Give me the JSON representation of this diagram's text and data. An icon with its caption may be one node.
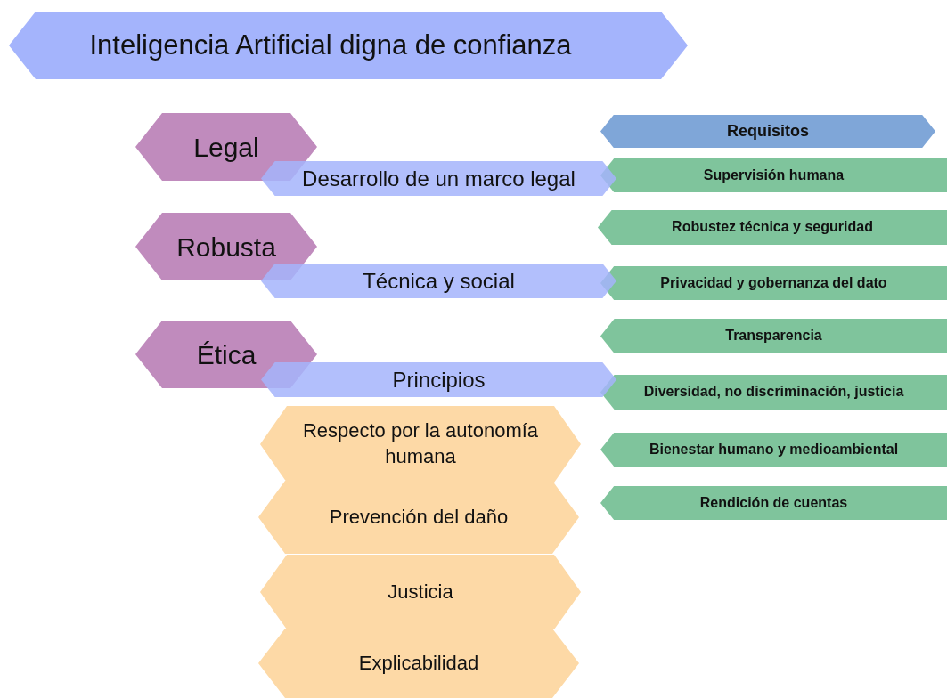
{
  "diagram": {
    "nodes": [
      {
        "text": [
          "Inteligencia Artificial digna de confianza"
        ]
      },
      {
        "text": [
          "Legal"
        ]
      },
      {
        "text": [
          "Desarrollo de un marco legal"
        ]
      },
      {
        "text": [
          "Robusta"
        ]
      },
      {
        "text": [
          "Técnica y social"
        ]
      },
      {
        "text": [
          "Ética"
        ]
      },
      {
        "text": [
          "Principios"
        ]
      },
      {
        "text": [
          "Respecto por la autonomía humana"
        ]
      },
      {
        "text": [
          "Prevención del daño"
        ]
      },
      {
        "text": [
          "Justicia"
        ]
      },
      {
        "text": [
          "Explicabilidad"
        ]
      },
      {
        "text": [
          "Requisitos"
        ]
      },
      {
        "text": [
          "Supervisión humana"
        ]
      },
      {
        "text": [
          "Robustez técnica y seguridad"
        ]
      },
      {
        "text": [
          "Privacidad y gobernanza del dato"
        ]
      },
      {
        "text": [
          "Transparencia"
        ]
      },
      {
        "text": [
          "Diversidad, no discriminación, justicia"
        ]
      },
      {
        "text": [
          "Bienestar humano y medioambiental"
        ]
      },
      {
        "text": [
          "Rendición de cuentas"
        ]
      }
    ]
  }
}
